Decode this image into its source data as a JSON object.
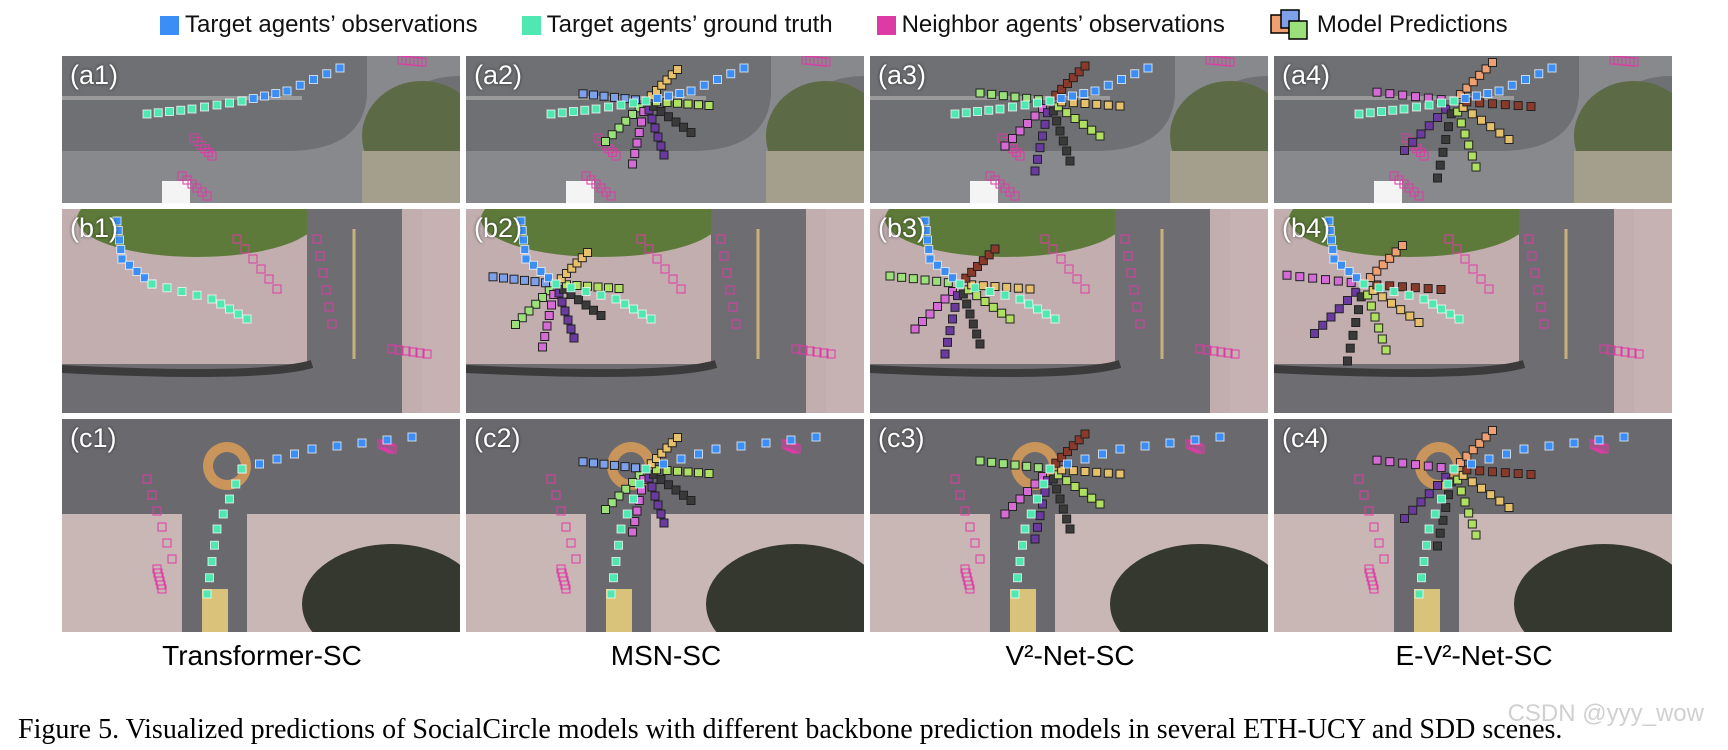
{
  "legend": [
    {
      "label": "Target agents’ observations",
      "color": "#3a8ef6",
      "icon": "blue-square"
    },
    {
      "label": "Target agents’ ground truth",
      "color": "#4ee8b0",
      "icon": "mint-square"
    },
    {
      "label": "Neighbor agents’ observations",
      "color": "#de3aa6",
      "icon": "magenta-square"
    },
    {
      "label": "Model Predictions",
      "color": "#f0a070",
      "icon": "stacked-prediction-squares"
    }
  ],
  "panels": [
    {
      "label": "(a1)",
      "row": "a",
      "model": "Transformer-SC"
    },
    {
      "label": "(a2)",
      "row": "a",
      "model": "MSN-SC"
    },
    {
      "label": "(a3)",
      "row": "a",
      "model": "V2-Net-SC"
    },
    {
      "label": "(a4)",
      "row": "a",
      "model": "E-V2-Net-SC"
    },
    {
      "label": "(b1)",
      "row": "b",
      "model": "Transformer-SC"
    },
    {
      "label": "(b2)",
      "row": "b",
      "model": "MSN-SC"
    },
    {
      "label": "(b3)",
      "row": "b",
      "model": "V2-Net-SC"
    },
    {
      "label": "(b4)",
      "row": "b",
      "model": "E-V2-Net-SC"
    },
    {
      "label": "(c1)",
      "row": "c",
      "model": "Transformer-SC"
    },
    {
      "label": "(c2)",
      "row": "c",
      "model": "MSN-SC"
    },
    {
      "label": "(c3)",
      "row": "c",
      "model": "V2-Net-SC"
    },
    {
      "label": "(c4)",
      "row": "c",
      "model": "E-V2-Net-SC"
    }
  ],
  "columns": [
    {
      "label": "Transformer-SC"
    },
    {
      "label": "MSN-SC"
    },
    {
      "label": "V²-Net-SC"
    },
    {
      "label": "E-V²-Net-SC"
    }
  ],
  "caption": "Figure 5. Visualized predictions of SocialCircle models with different backbone prediction models in several ETH-UCY and SDD scenes.",
  "watermark": "CSDN @yyy_wow",
  "colors": {
    "observation": "#3a8ef6",
    "ground_truth": "#4ee8b0",
    "neighbor": "#de3aa6",
    "prediction_palette": [
      "#f0a070",
      "#7ea0e8",
      "#9be07a",
      "#d66ad6",
      "#6a3aa0",
      "#3a3a3a",
      "#b0e060",
      "#e6c06a",
      "#8a3a2a"
    ]
  }
}
